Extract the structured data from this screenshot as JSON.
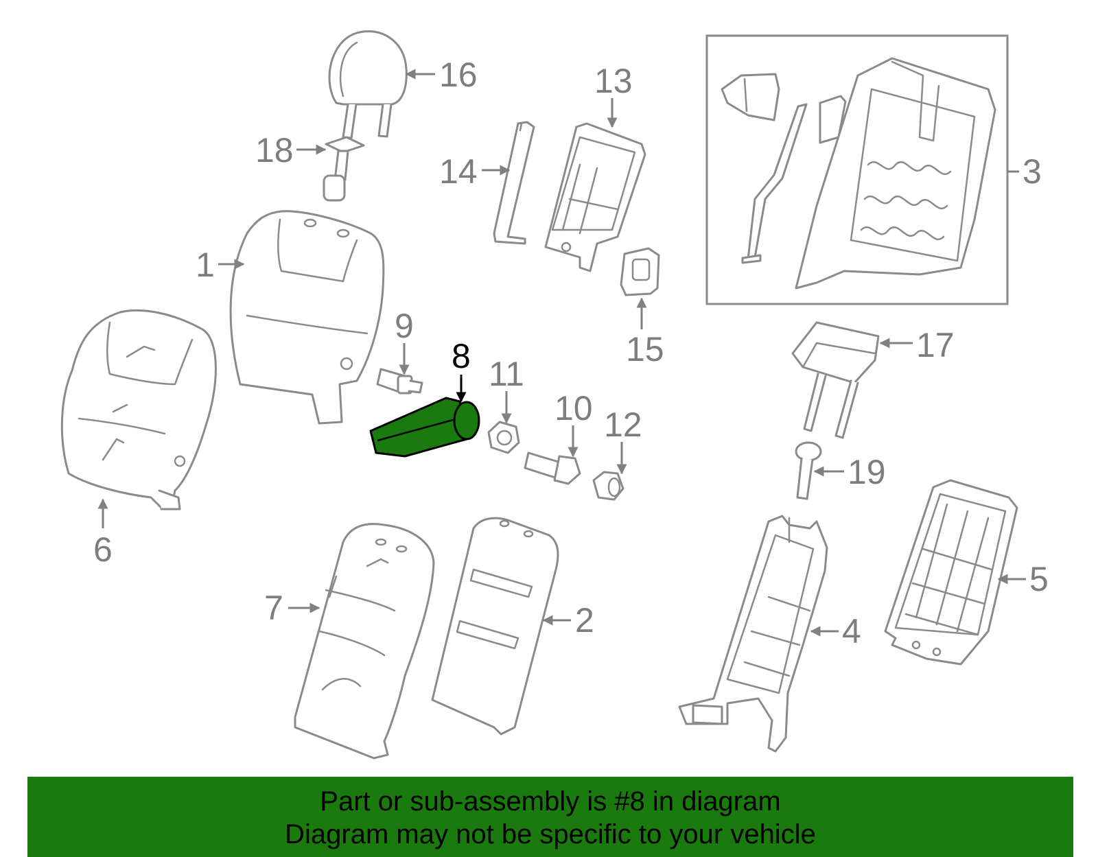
{
  "colors": {
    "highlight": "#1b7a0d",
    "banner_background": "#1b7a0d",
    "line_art": "#8a8a8a",
    "banner_text": "#000000"
  },
  "highlighted_callout": "8",
  "callouts": {
    "c1": "1",
    "c2": "2",
    "c3": "3",
    "c4": "4",
    "c5": "5",
    "c6": "6",
    "c7": "7",
    "c8": "8",
    "c9": "9",
    "c10": "10",
    "c11": "11",
    "c12": "12",
    "c13": "13",
    "c14": "14",
    "c15": "15",
    "c16": "16",
    "c17": "17",
    "c18": "18",
    "c19": "19"
  },
  "banner": {
    "line1": "Part or sub-assembly is #8 in diagram",
    "line2": "Diagram may not be specific to your vehicle"
  }
}
